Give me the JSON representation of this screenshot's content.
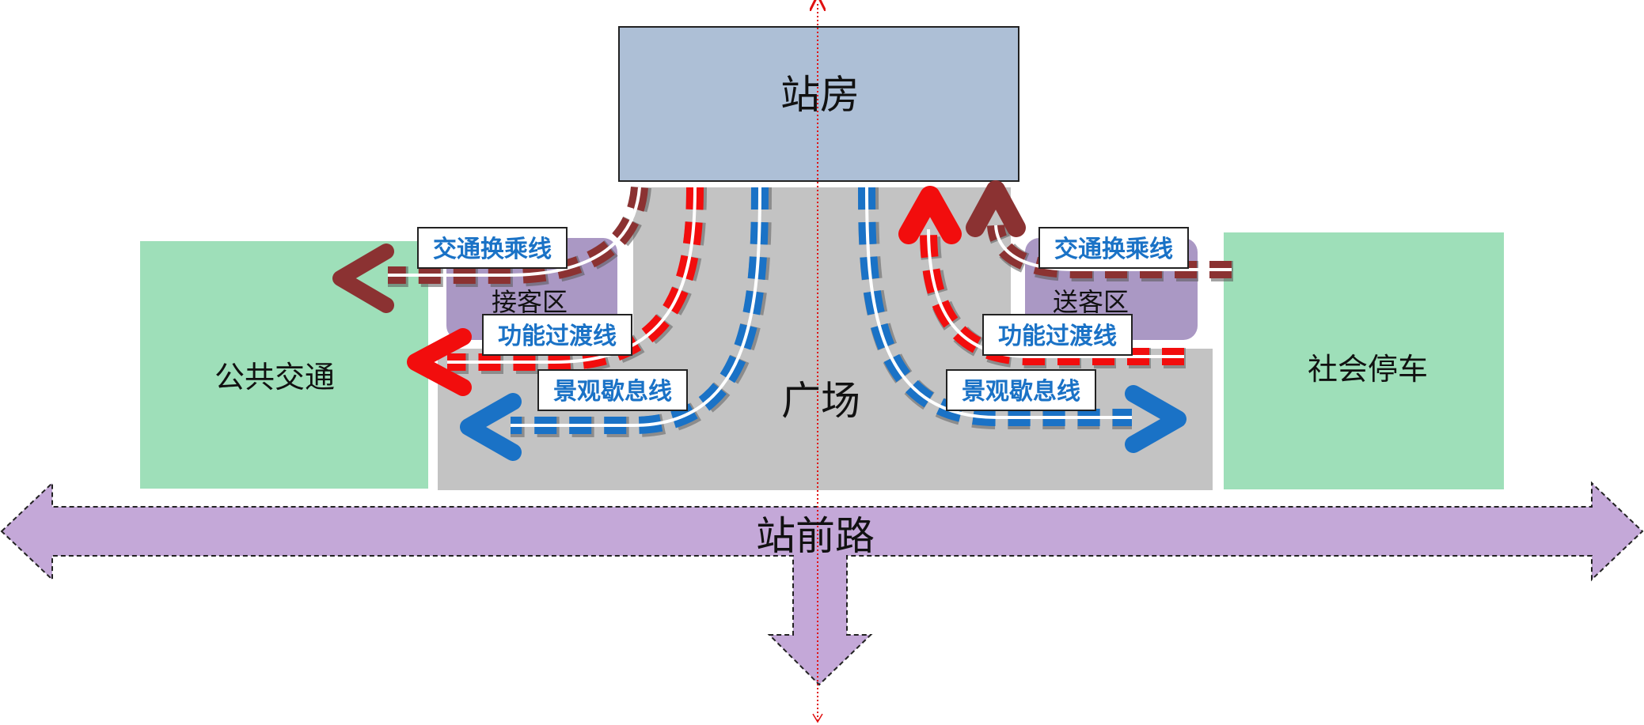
{
  "blocks": {
    "station": "站房",
    "plaza": "广场",
    "public_transit": "公共交通",
    "social_parking": "社会停车",
    "pickup_zone": "接客区",
    "dropoff_zone": "送客区",
    "road": "站前路"
  },
  "labels": {
    "transfer_left": "交通换乘线",
    "transfer_right": "交通换乘线",
    "transition_left": "功能过渡线",
    "transition_right": "功能过渡线",
    "landscape_left": "景观歇息线",
    "landscape_right": "景观歇息线"
  },
  "colors": {
    "station_fill": "#adbfd6",
    "plaza_fill": "#c3c3c3",
    "green_fill": "#9edfb9",
    "zone_fill": "#aa98c4",
    "road_fill": "#c4a8d8",
    "transfer_line": "#8b3232",
    "transition_line": "#f20d0d",
    "landscape_line": "#1a72c6",
    "axis_line": "#e01010"
  }
}
